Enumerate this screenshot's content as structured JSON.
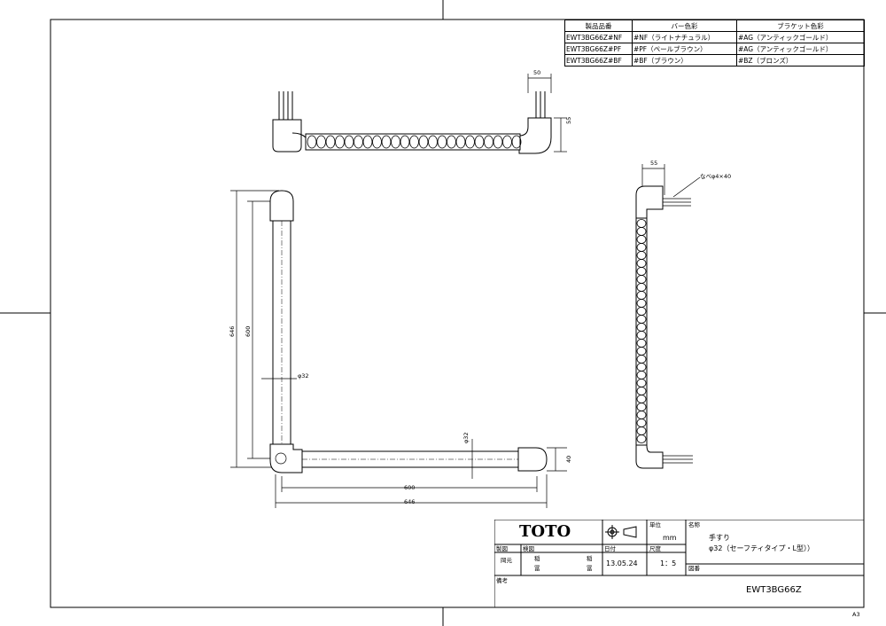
{
  "color_table": {
    "headers": [
      "製品品番",
      "バー色彩",
      "ブラケット色彩"
    ],
    "rows": [
      [
        "EWT3BG66Z#NF",
        "#NF（ライトナチュラル）",
        "#AG（アンティックゴールド）"
      ],
      [
        "EWT3BG66Z#PF",
        "#PF（ペールブラウン）",
        "#AG（アンティックゴールド）"
      ],
      [
        "EWT3BG66Z#BF",
        "#BF（ブラウン）",
        "#BZ（ブロンズ）"
      ]
    ]
  },
  "dimensions": {
    "top_w": "50",
    "top_h": "55",
    "side_w": "55",
    "screw_note": "なべφ4×40",
    "vert_outer": "646",
    "vert_inner": "600",
    "dia_vert": "φ32",
    "dia_horz": "φ32",
    "bracket_h": "40",
    "horz_inner": "600",
    "horz_outer": "646"
  },
  "title_block": {
    "brand": "TOTO",
    "unit_label": "単位",
    "unit_value": "mm",
    "name_label": "名称",
    "name_line1": "手すり",
    "name_line2": "φ32（セーフティタイプ・L型））",
    "drawn_label": "製図",
    "drawn_value": "岡元",
    "checked_label": "検図",
    "checked_v1": "稲",
    "checked_v2": "稲",
    "checked_v3": "冨",
    "checked_v4": "冨",
    "date_label": "日付",
    "date_value": "13.05.24",
    "scale_label": "尺度",
    "scale_value": "1：5",
    "drawing_no_label": "図番",
    "drawing_no": "EWT3BG66Z",
    "remarks_label": "備考"
  },
  "sheet_size": "A3",
  "colors": {
    "line": "#000000",
    "paper": "#ffffff"
  }
}
